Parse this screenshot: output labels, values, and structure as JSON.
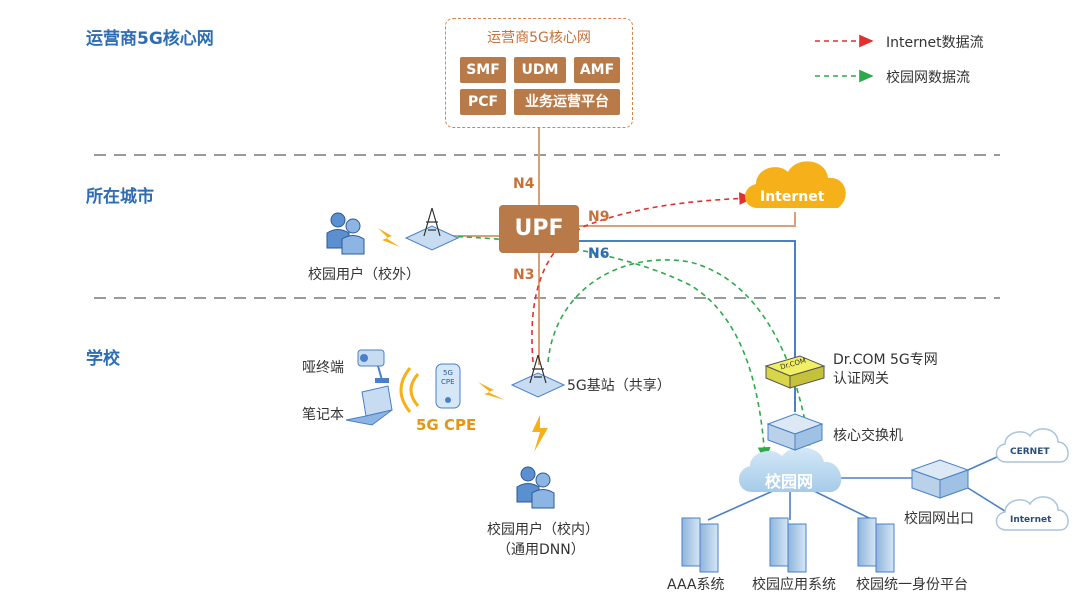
{
  "zones": {
    "operator": "运营商5G核心网",
    "city": "所在城市",
    "school": "学校"
  },
  "core": {
    "title": "运营商5G核心网",
    "functions": [
      "SMF",
      "UDM",
      "AMF",
      "PCF",
      "业务运营平台"
    ]
  },
  "upf": "UPF",
  "interfaces": {
    "n4": "N4",
    "n9": "N9",
    "n6": "N6",
    "n3": "N3"
  },
  "legend": {
    "internet_flow": "Internet数据流",
    "campus_flow": "校园网数据流"
  },
  "colors": {
    "zone_label": "#2e6db4",
    "core_accent": "#b87a48",
    "internet_flow": "#e03030",
    "campus_flow": "#2eaa4a",
    "internet_cloud": "#f5b01a",
    "campus_cloud": "#b9d8f0",
    "n6_line": "#4a80c8"
  },
  "clouds": {
    "internet_main": "Internet",
    "campus_net": "校园网",
    "cernet": "CERNET",
    "internet_small": "Internet"
  },
  "nodes": {
    "offcampus_users": "校园用户（校外）",
    "dumb_terminal": "哑终端",
    "laptop": "笔记本",
    "cpe_label": "5G CPE",
    "cpe_device_text_1": "5G",
    "cpe_device_text_2": "CPE",
    "base_station": "5G基站（共享）",
    "oncampus_users_1": "校园用户（校内）",
    "oncampus_users_2": "（通用DNN）",
    "gateway_1": "Dr.COM 5G专网",
    "gateway_2": "认证网关",
    "gateway_device": "Dr.COM",
    "core_switch": "核心交换机",
    "campus_exit": "校园网出口",
    "aaa": "AAA系统",
    "campus_app": "校园应用系统",
    "identity": "校园统一身份平台"
  }
}
